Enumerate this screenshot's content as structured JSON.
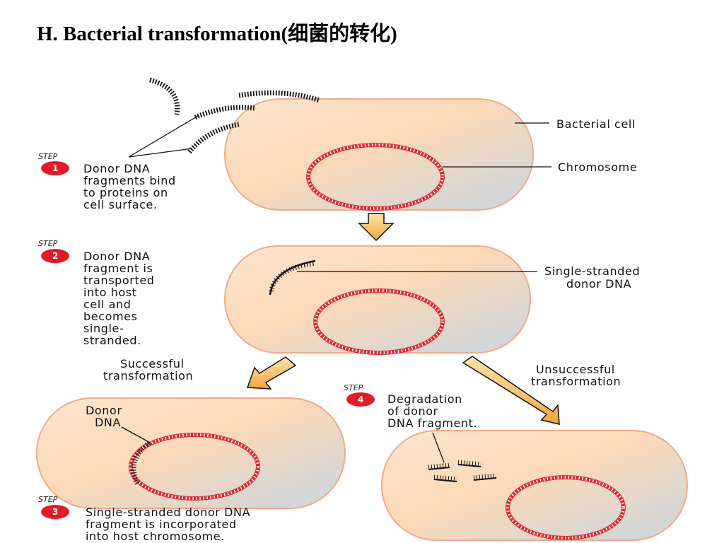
{
  "title": "H. Bacterial transformation(细菌的转化)",
  "labels": {
    "bacterial_cell": "Bacterial cell",
    "chromosome": "Chromosome",
    "single_stranded": [
      "Single-stranded",
      "donor DNA"
    ],
    "successful": [
      "Successful",
      "transformation"
    ],
    "unsuccessful": [
      "Unsuccessful",
      "transformation"
    ],
    "donor_dna": [
      "Donor",
      "DNA"
    ]
  },
  "steps": [
    {
      "tag": "STEP",
      "number": "1",
      "lines": [
        "Donor DNA",
        "fragments bind",
        "to proteins on",
        "cell surface."
      ]
    },
    {
      "tag": "STEP",
      "number": "2",
      "lines": [
        "Donor DNA",
        "fragment is",
        "transported",
        "into host",
        "cell and",
        "becomes",
        "single-",
        "stranded."
      ]
    },
    {
      "tag": "STEP",
      "number": "3",
      "lines": [
        "Single-stranded donor DNA",
        "fragment is incorporated",
        "into host chromosome."
      ]
    },
    {
      "tag": "STEP",
      "number": "4",
      "lines": [
        "Degradation",
        "of donor",
        "DNA fragment."
      ]
    }
  ],
  "colors": {
    "cell_fill_light": "#fde2c6",
    "cell_fill_blue": "#c9d5de",
    "cell_outline": "#f3a88c",
    "chromosome": "#e02a36",
    "badge": "#e01b2a",
    "arrow_fill": "#f7b955"
  }
}
